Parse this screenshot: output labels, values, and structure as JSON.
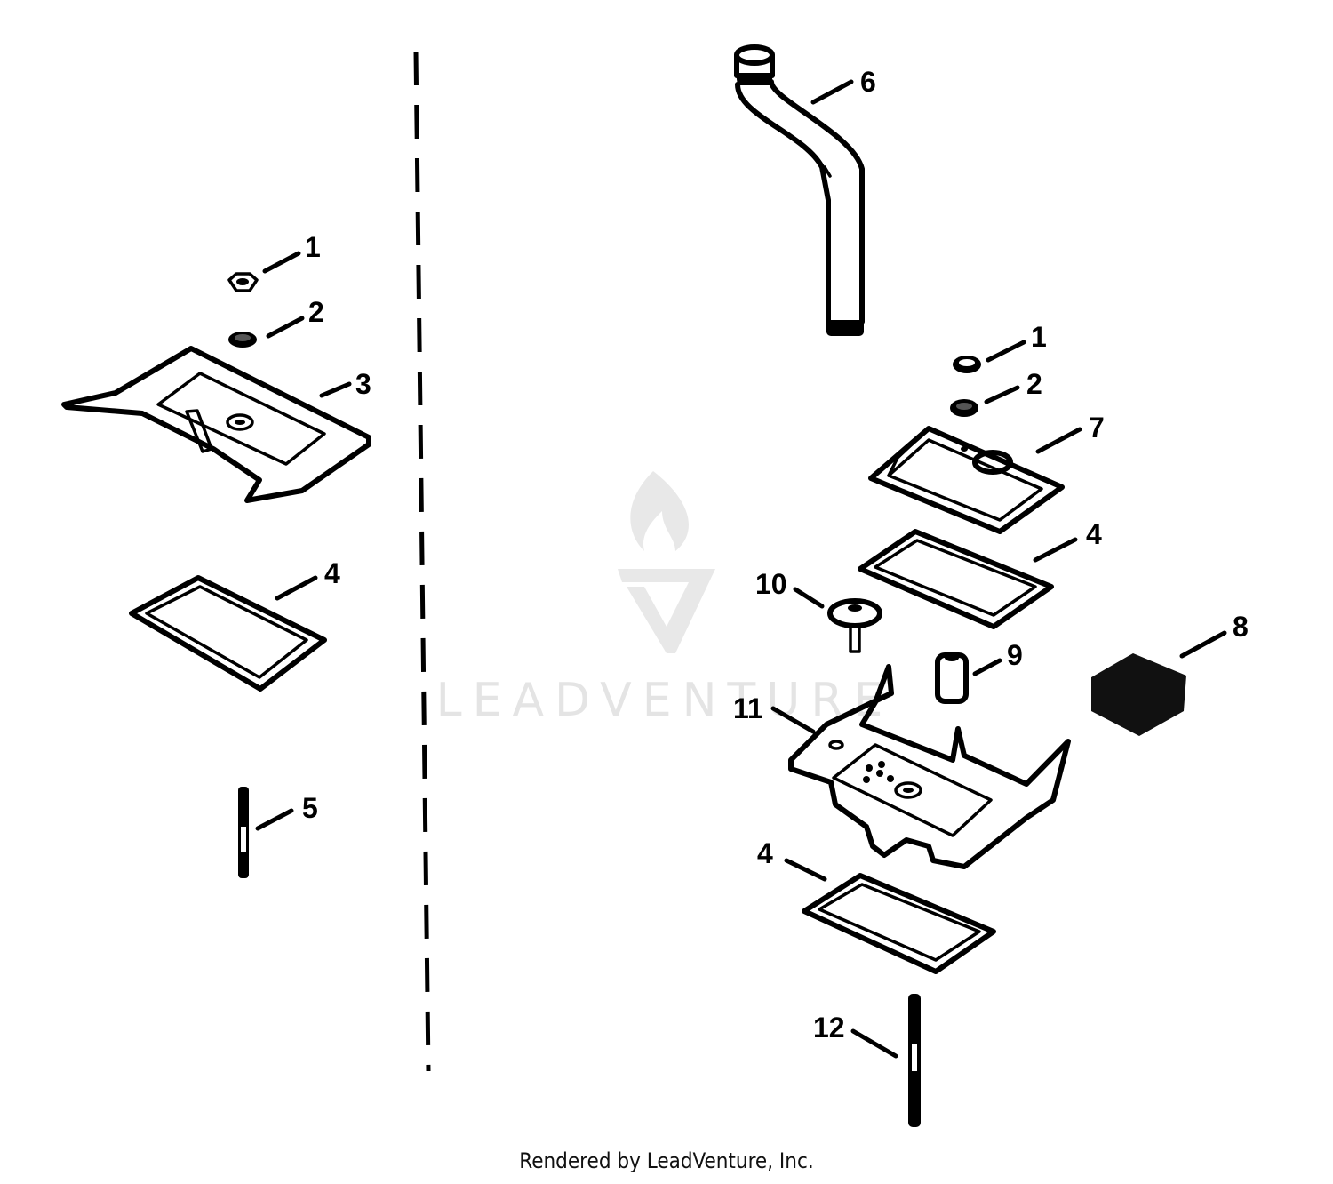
{
  "watermark": {
    "brand": "LEADVENTURE"
  },
  "callouts": {
    "left": {
      "c1": "1",
      "c2": "2",
      "c3": "3",
      "c4": "4",
      "c5": "5"
    },
    "right": {
      "c6": "6",
      "c1": "1",
      "c2": "2",
      "c7": "7",
      "c4a": "4",
      "c10": "10",
      "c9": "9",
      "c8": "8",
      "c11": "11",
      "c4b": "4",
      "c12": "12"
    }
  },
  "footer": {
    "text": "Rendered by LeadVenture, Inc."
  }
}
